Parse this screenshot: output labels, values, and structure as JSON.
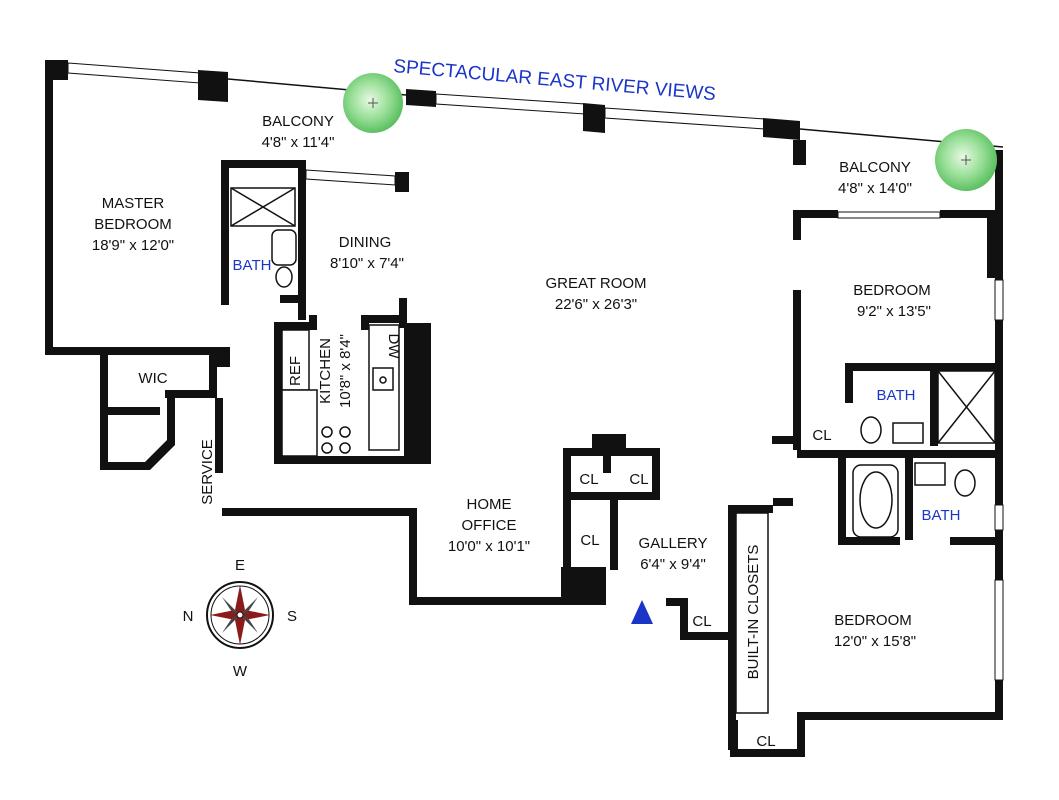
{
  "headline": "SPECTACULAR EAST RIVER VIEWS",
  "rooms": {
    "balcony_left": {
      "name": "BALCONY",
      "dims": "4'8\" x 11'4\""
    },
    "balcony_right": {
      "name": "BALCONY",
      "dims": "4'8\" x 14'0\""
    },
    "master_bedroom": {
      "name_line1": "MASTER",
      "name_line2": "BEDROOM",
      "dims": "18'9\" x 12'0\""
    },
    "dining": {
      "name": "DINING",
      "dims": "8'10\" x 7'4\""
    },
    "great_room": {
      "name": "GREAT ROOM",
      "dims": "22'6\" x 26'3\""
    },
    "bedroom_upper": {
      "name": "BEDROOM",
      "dims": "9'2\" x 13'5\""
    },
    "kitchen": {
      "name": "KITCHEN",
      "dims": "10'8\" x 8'4\""
    },
    "home_office": {
      "name_line1": "HOME",
      "name_line2": "OFFICE",
      "dims": "10'0\" x 10'1\""
    },
    "gallery": {
      "name": "GALLERY",
      "dims": "6'4\" x 9'4\""
    },
    "bedroom_lower": {
      "name": "BEDROOM",
      "dims": "12'0\" x 15'8\""
    }
  },
  "small_labels": {
    "bath_master": "BATH",
    "bath_upper": "BATH",
    "bath_lower": "BATH",
    "wic": "WIC",
    "service": "SERVICE",
    "ref": "REF",
    "dw": "DW",
    "cl": "CL",
    "built_in_closets": "BUILT-IN CLOSETS"
  },
  "compass": {
    "n": "N",
    "e": "E",
    "s": "S",
    "w": "W"
  },
  "colors": {
    "wall": "#111111",
    "label_blue": "#1a35c8",
    "tree": "#6fcf6f",
    "entry_marker": "#1a35c8"
  }
}
